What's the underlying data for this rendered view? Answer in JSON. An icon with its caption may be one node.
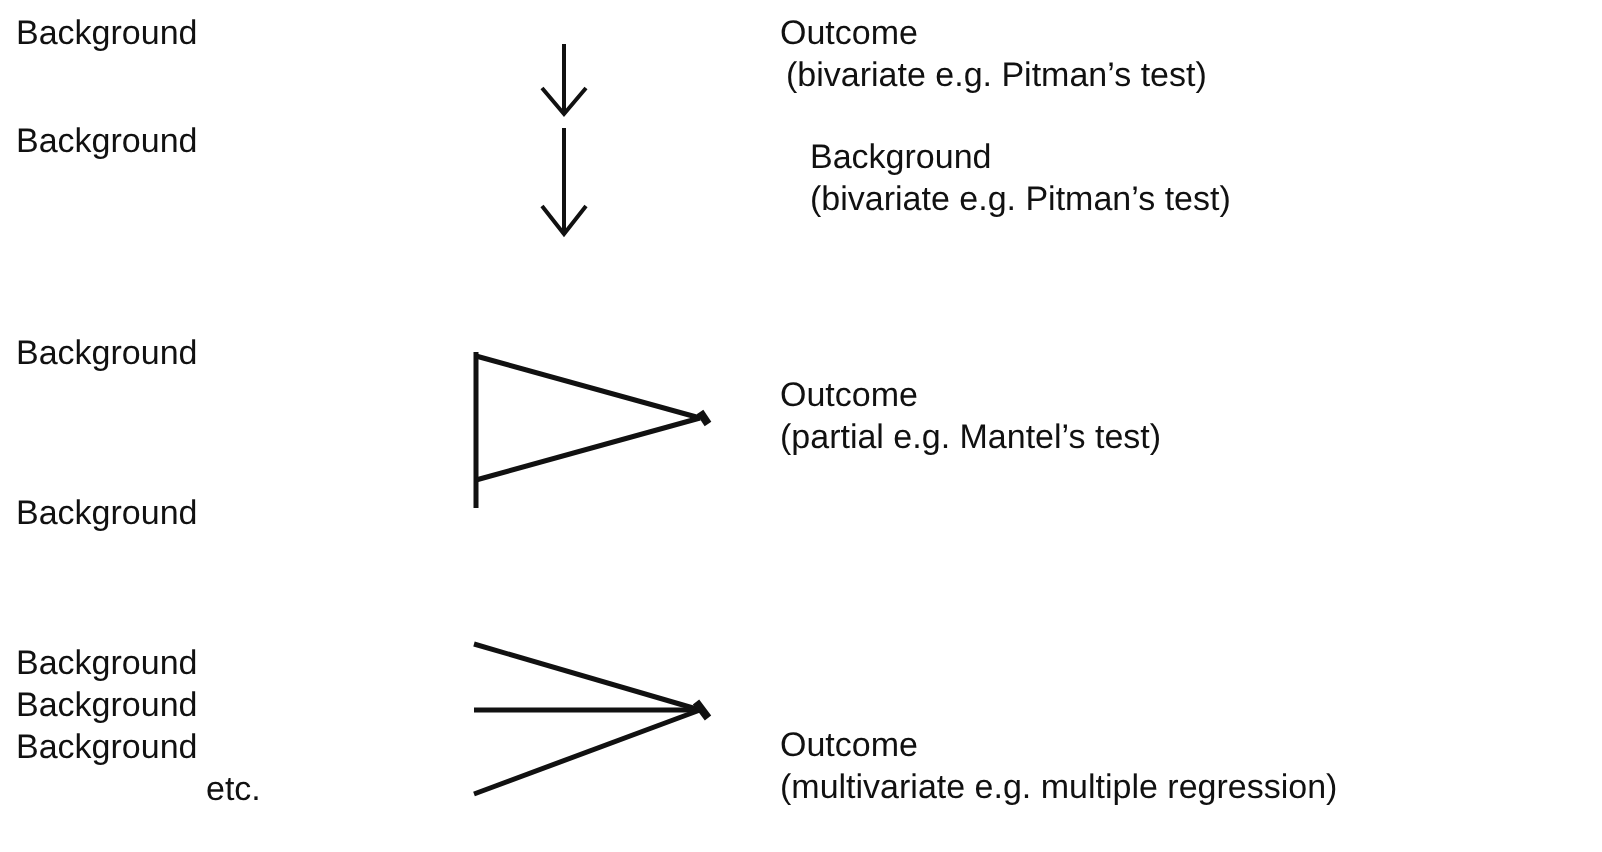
{
  "diagram": {
    "labels": [
      "Background",
      "Outcome",
      "(bivariate e.g. Pitman’s test)",
      "Background",
      "Background",
      "(bivariate e.g. Pitman’s test)",
      "Background",
      "Outcome",
      "(partial e.g. Mantel’s test)",
      "Background",
      "Background",
      "Background",
      "Outcome",
      "Background",
      "(multivariate e.g. multiple regression)",
      "etc."
    ]
  }
}
